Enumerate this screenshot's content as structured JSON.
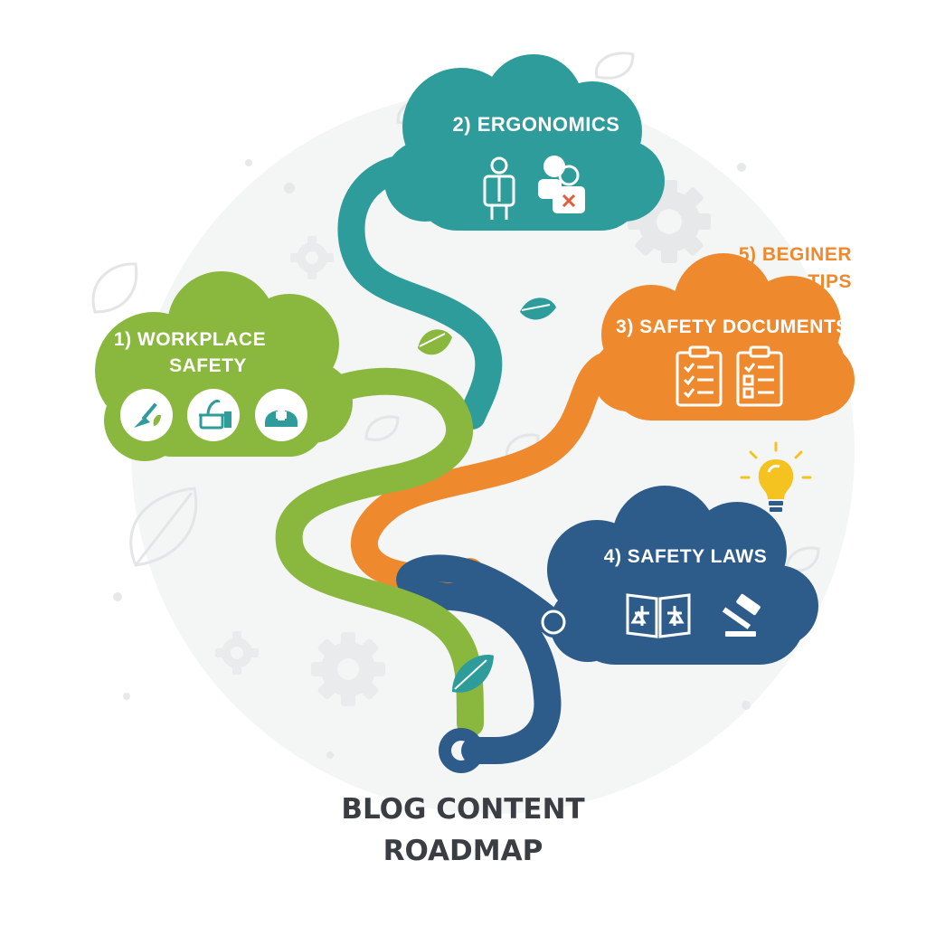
{
  "title": {
    "line1": "BLOG CONTENT",
    "line2": "ROADMAP"
  },
  "colors": {
    "green": "#8ab83f",
    "teal": "#2e9c9a",
    "orange": "#ee8a2d",
    "navy": "#2d5c8a",
    "bulb": "#f4c31f",
    "title": "#3a3d42",
    "backdrop": "#f3f4f4"
  },
  "topics": [
    {
      "number_label": "1) WORKPLACE",
      "label_line2": "SAFETY",
      "color": "green",
      "icons": [
        "shovel-plant-icon",
        "mop-bucket-icon",
        "nurse-cap-icon"
      ]
    },
    {
      "number_label": "2) ERGONOMICS",
      "color": "teal",
      "icons": [
        "standing-worker-icon",
        "seated-worker-icon"
      ]
    },
    {
      "number_label": "3) SAFETY DOCUMENTS",
      "color": "orange",
      "icons": [
        "checklist-clipboard-icon",
        "checklist-clipboard-icon"
      ]
    },
    {
      "number_label": "4) SAFETY LAWS",
      "color": "navy",
      "icons": [
        "law-book-icon",
        "gavel-icon"
      ]
    },
    {
      "number_label": "5) BEGINER",
      "label_line2": "TIPS",
      "color": "orange",
      "icons": [
        "lightbulb-icon"
      ]
    }
  ]
}
